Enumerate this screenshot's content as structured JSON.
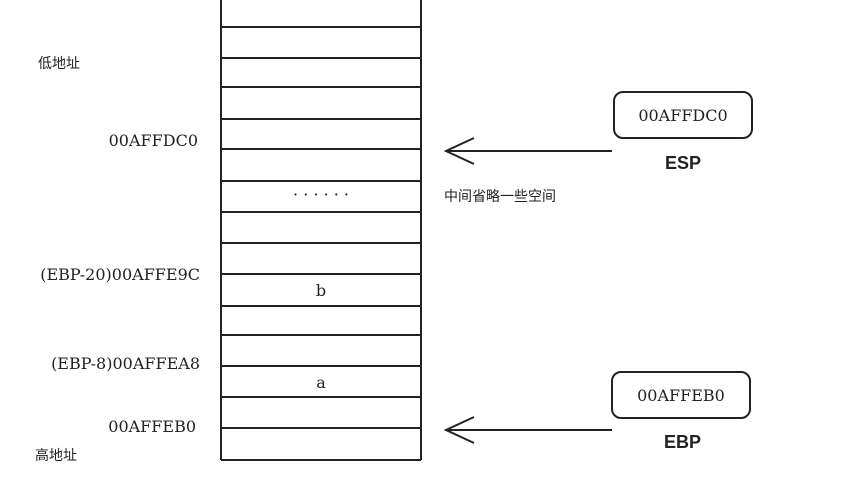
{
  "labels": {
    "low_addr": "低地址",
    "high_addr": "高地址",
    "addr_esp": "00AFFDC0",
    "addr_ebp20": "(EBP-20)00AFFE9C",
    "addr_ebp8": "(EBP-8)00AFFEA8",
    "addr_ebp": "00AFFEB0",
    "omitted_note": "中间省略一些空间"
  },
  "cells": {
    "ellipsis": "· · · · · ·",
    "var_b": "b",
    "var_a": "a"
  },
  "registers": {
    "esp": {
      "value": "00AFFDC0",
      "name": "ESP"
    },
    "ebp": {
      "value": "00AFFEB0",
      "name": "EBP"
    }
  }
}
